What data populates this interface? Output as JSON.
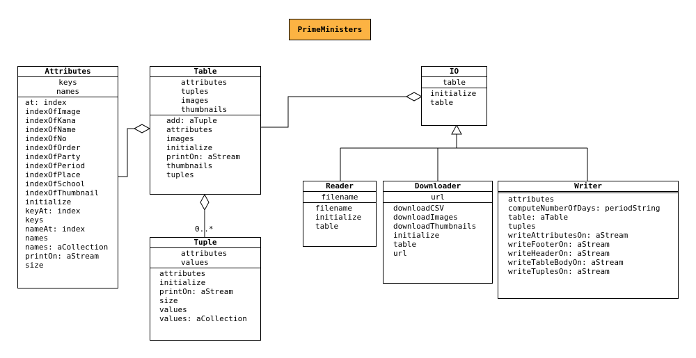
{
  "package": {
    "name": "PrimeMinisters"
  },
  "classes": {
    "attributes": {
      "name": "Attributes",
      "attributes": [
        "keys",
        "names"
      ],
      "operations": [
        "at: index",
        "indexOfImage",
        "indexOfKana",
        "indexOfName",
        "indexOfNo",
        "indexOfOrder",
        "indexOfParty",
        "indexOfPeriod",
        "indexOfPlace",
        "indexOfSchool",
        "indexOfThumbnail",
        "initialize",
        "keyAt: index",
        "keys",
        "nameAt: index",
        "names",
        "names: aCollection",
        "printOn: aStream",
        "size"
      ]
    },
    "table": {
      "name": "Table",
      "attributes": [
        "attributes",
        "tuples",
        "images",
        "thumbnails"
      ],
      "operations": [
        "add: aTuple",
        "attributes",
        "images",
        "initialize",
        "printOn: aStream",
        "thumbnails",
        "tuples"
      ]
    },
    "tuple": {
      "name": "Tuple",
      "attributes": [
        "attributes",
        "values"
      ],
      "operations": [
        "attributes",
        "initialize",
        "printOn: aStream",
        "size",
        "values",
        "values: aCollection"
      ]
    },
    "io": {
      "name": "IO",
      "attributes": [
        "table"
      ],
      "operations": [
        "initialize",
        "table"
      ]
    },
    "reader": {
      "name": "Reader",
      "attributes": [
        "filename"
      ],
      "operations": [
        "filename",
        "initialize",
        "table"
      ]
    },
    "downloader": {
      "name": "Downloader",
      "attributes": [
        "url"
      ],
      "operations": [
        "downloadCSV",
        "downloadImages",
        "downloadThumbnails",
        "initialize",
        "table",
        "url"
      ]
    },
    "writer": {
      "name": "Writer",
      "attributes": [],
      "operations": [
        "attributes",
        "computeNumberOfDays: periodString",
        "table: aTable",
        "tuples",
        "writeAttributesOn: aStream",
        "writeFooterOn: aStream",
        "writeHeaderOn: aStream",
        "writeTableBodyOn: aStream",
        "writeTuplesOn: aStream"
      ]
    }
  },
  "multiplicity": {
    "table_tuple": "0..*"
  }
}
